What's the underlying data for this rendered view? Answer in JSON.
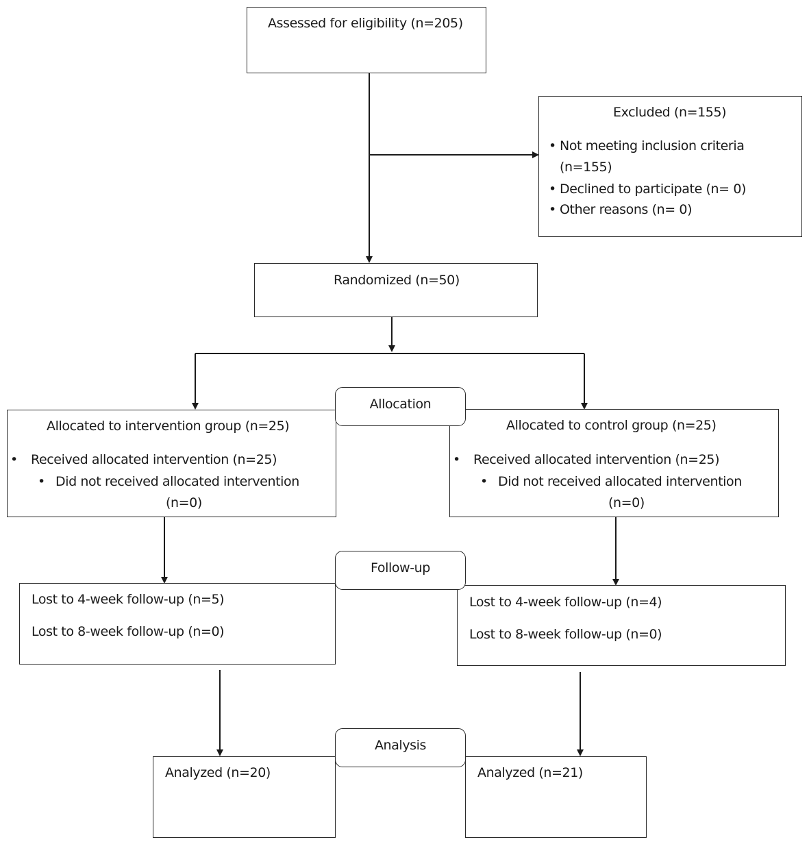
{
  "assessed": {
    "label": "Assessed for eligibility (n=205)"
  },
  "excluded": {
    "title": "Excluded (n=155)",
    "items": [
      {
        "line1": "Not meeting inclusion criteria",
        "line2": "(n=155)"
      },
      {
        "line1": "Declined to participate (n= 0)"
      },
      {
        "line1": "Other reasons (n= 0)"
      }
    ]
  },
  "randomized": {
    "label": "Randomized (n=50)"
  },
  "stages": {
    "allocation": "Allocation",
    "followup": "Follow-up",
    "analysis": "Analysis"
  },
  "intervention": {
    "allocated": "Allocated to intervention group (n=25)",
    "received": "Received allocated intervention (n=25)",
    "not_received": "Did not received allocated intervention",
    "not_received_n": "(n=0)",
    "lost4": "Lost to 4-week follow-up (n=5)",
    "lost8": "Lost to 8-week follow-up (n=0)",
    "analyzed": "Analyzed (n=20)"
  },
  "control": {
    "allocated": "Allocated to control group (n=25)",
    "received": "Received allocated intervention (n=25)",
    "not_received": "Did not received allocated intervention",
    "not_received_n": "(n=0)",
    "lost4": "Lost to 4-week follow-up (n=4)",
    "lost8": "Lost to 8-week follow-up (n=0)",
    "analyzed": "Analyzed (n=21)"
  },
  "bullet_symbol": "•",
  "colors": {
    "line": "#1a1a1a",
    "border": "#2a2a2a",
    "text": "#1a1a1a"
  }
}
